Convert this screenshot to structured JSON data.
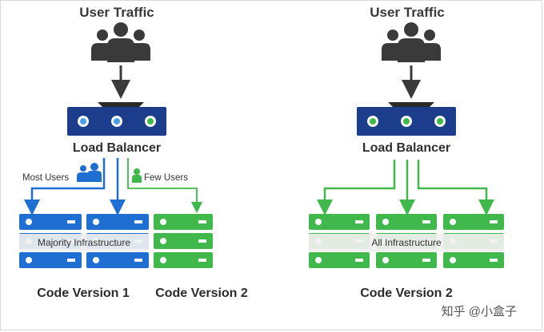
{
  "left": {
    "title": "User Traffic",
    "load_balancer_label": "Load Balancer",
    "most_users_label": "Most Users",
    "few_users_label": "Few Users",
    "band_label": "Majority Infrastructure",
    "version_1_label": "Code Version 1",
    "version_2_label": "Code Version 2"
  },
  "right": {
    "title": "User Traffic",
    "load_balancer_label": "Load Balancer",
    "band_label": "All Infrastructure",
    "version_label": "Code Version 2"
  },
  "watermark": "知乎 @小盒子",
  "colors": {
    "blue": "#1e6fd1",
    "green": "#40b84c",
    "navy": "#1c3d8c",
    "dark": "#3a3a3a"
  }
}
